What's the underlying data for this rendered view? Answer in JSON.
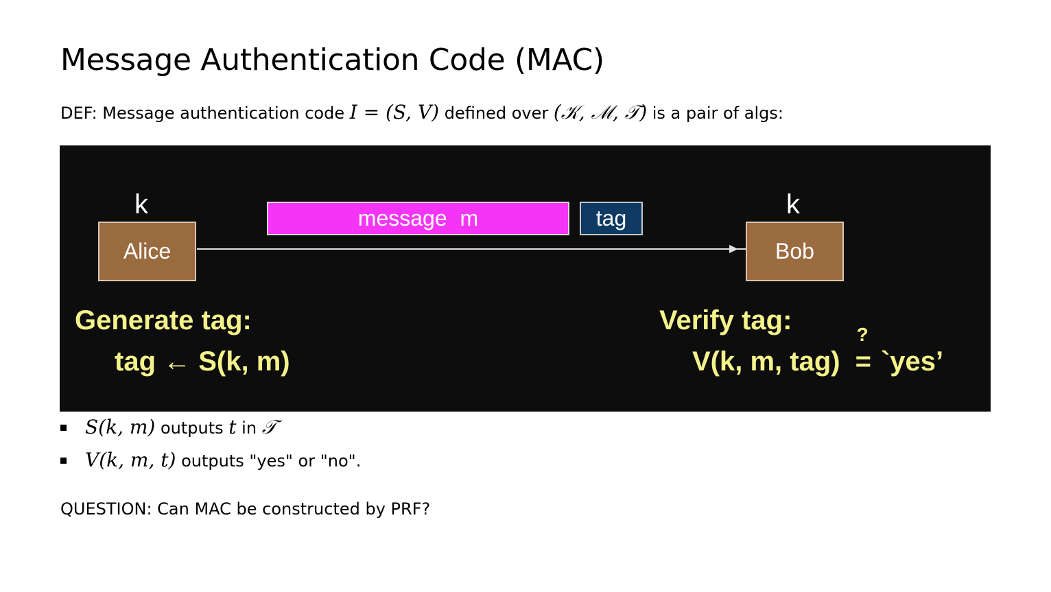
{
  "slide": {
    "title": "Message Authentication Code (MAC)",
    "definition": {
      "prefix": "DEF: Message authentication code ",
      "math_scheme": "I = (S, V)",
      "middle": " defined over ",
      "math_spaces": "(𝒦, ℳ, 𝒯)",
      "suffix": " is a pair of algs:"
    },
    "diagram": {
      "alice_key": "k",
      "alice_label": "Alice",
      "message_label": "message  m",
      "tag_label": "tag",
      "bob_key": "k",
      "bob_label": "Bob",
      "generate_heading": "Generate tag:",
      "generate_formula": "tag ← S(k, m)",
      "verify_heading": "Verify tag:",
      "verify_formula_left": "V(k, m, tag)",
      "verify_question_mark": "?",
      "verify_equals": "=",
      "verify_formula_right": "`yes’",
      "colors": {
        "background": "#0d0d0d",
        "party_box": "#9b6b40",
        "message_box": "#f535f5",
        "tag_box": "#0e3a63",
        "caption_text": "#f4f28a"
      }
    },
    "bullets": [
      {
        "math_a": "S(k, m)",
        "text_a": " outputs ",
        "math_b": "t",
        "text_b": " in ",
        "math_c": "𝒯"
      },
      {
        "math_a": "V(k, m, t)",
        "text_a": " outputs \"yes\" or \"no\"."
      }
    ],
    "question": "QUESTION: Can MAC be constructed by PRF?"
  }
}
